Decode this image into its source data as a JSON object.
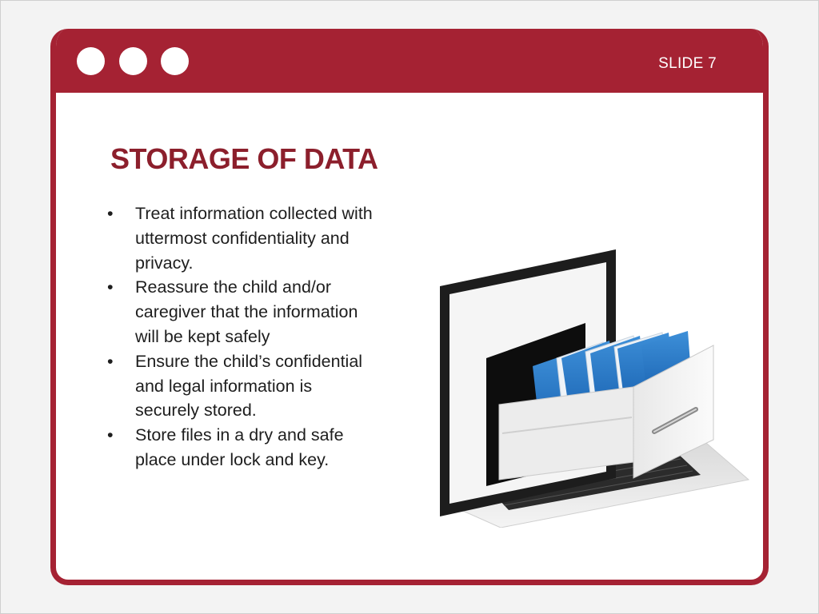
{
  "slide": {
    "label": "SLIDE 7",
    "title": "STORAGE OF DATA",
    "bullets": [
      "Treat information collected with uttermost confidentiality and privacy.",
      "Reassure the child and/or caregiver that the information will be kept safely",
      "Ensure the child’s confidential and legal information is securely stored.",
      "Store files in a dry and safe place under lock and key."
    ]
  },
  "theme": {
    "accent": "#a52233",
    "heading_color": "#8c1f2c",
    "body_text": "#1e1e1e",
    "background": "#ffffff"
  },
  "window_controls": [
    "circle-icon",
    "circle-icon",
    "circle-icon"
  ],
  "image": {
    "icon": "laptop-file-drawer-icon"
  }
}
